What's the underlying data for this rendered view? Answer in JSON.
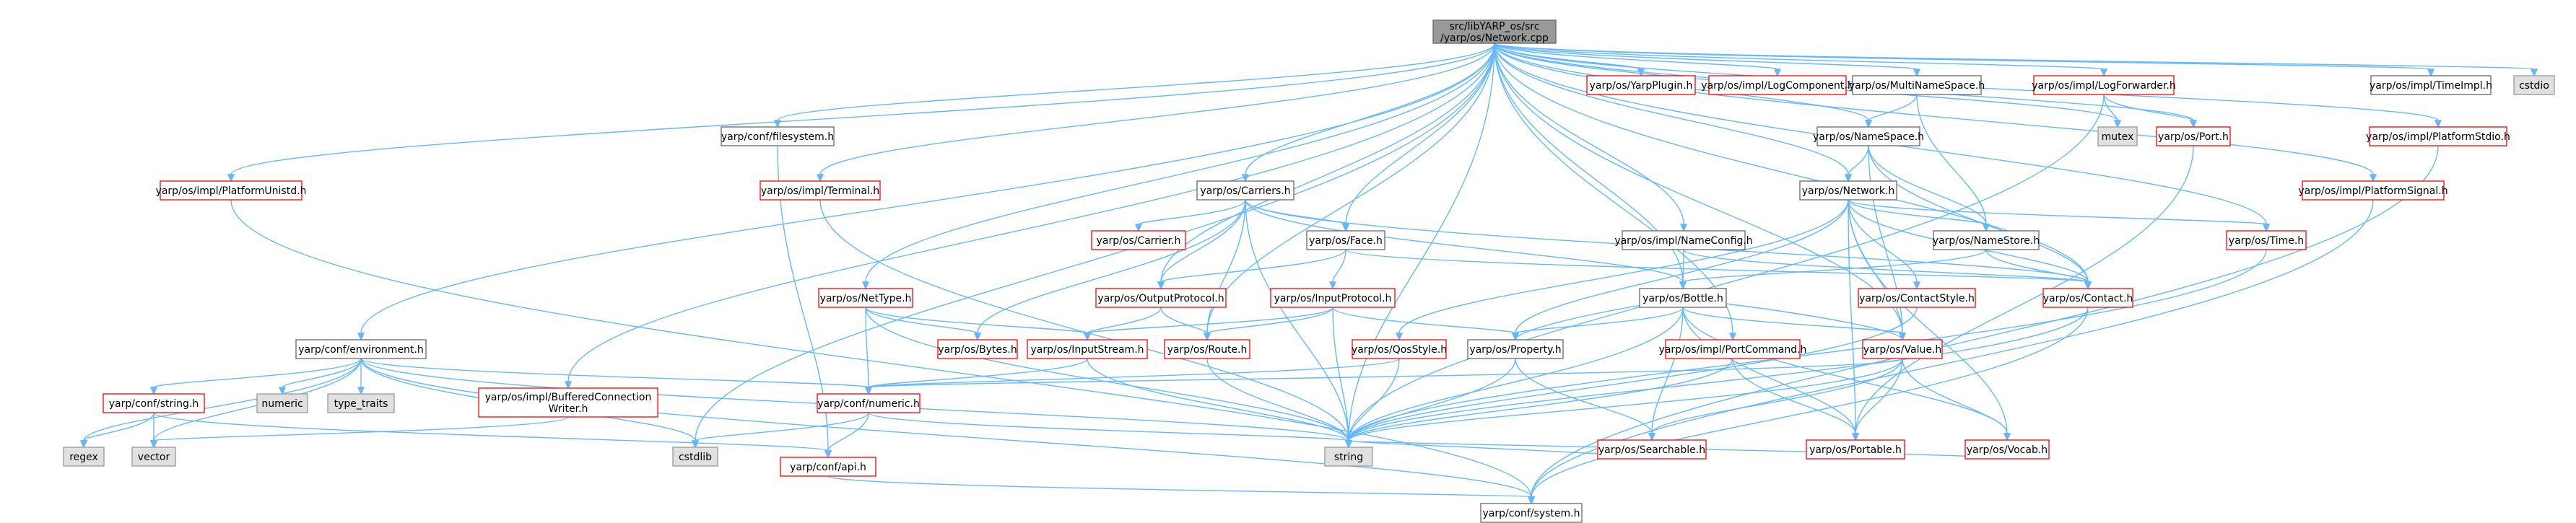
{
  "colors": {
    "edge": "#63b8ff",
    "edge_alt": "#4a90d9",
    "root_fill": "#999999",
    "root_border": "#666666",
    "normal_border": "#666666",
    "missing_border": "#ff0000",
    "system_fill": "#e0e0e0",
    "system_border": "#999999",
    "node_fill": "#ffffff"
  },
  "nodes": [
    {
      "id": "root",
      "lines": [
        "src/libYARP_os/src",
        "/yarp/os/Network.cpp"
      ],
      "kind": "root"
    },
    {
      "id": "yarpplugin",
      "lines": [
        "yarp/os/YarpPlugin.h"
      ],
      "kind": "missing"
    },
    {
      "id": "logcomponent",
      "lines": [
        "yarp/os/impl/LogComponent.h"
      ],
      "kind": "missing"
    },
    {
      "id": "multinamespace",
      "lines": [
        "yarp/os/MultiNameSpace.h"
      ],
      "kind": "normal"
    },
    {
      "id": "logforwarder",
      "lines": [
        "yarp/os/impl/LogForwarder.h"
      ],
      "kind": "missing"
    },
    {
      "id": "timeimpl",
      "lines": [
        "yarp/os/impl/TimeImpl.h"
      ],
      "kind": "normal"
    },
    {
      "id": "cstdio",
      "lines": [
        "cstdio"
      ],
      "kind": "system"
    },
    {
      "id": "mutex",
      "lines": [
        "mutex"
      ],
      "kind": "system"
    },
    {
      "id": "port",
      "lines": [
        "yarp/os/Port.h"
      ],
      "kind": "missing"
    },
    {
      "id": "platformstdio",
      "lines": [
        "yarp/os/impl/PlatformStdio.h"
      ],
      "kind": "missing"
    },
    {
      "id": "platformunistd",
      "lines": [
        "yarp/os/impl/PlatformUnistd.h"
      ],
      "kind": "missing"
    },
    {
      "id": "filesystem",
      "lines": [
        "yarp/conf/filesystem.h"
      ],
      "kind": "normal"
    },
    {
      "id": "terminal",
      "lines": [
        "yarp/os/impl/Terminal.h"
      ],
      "kind": "missing"
    },
    {
      "id": "namespace",
      "lines": [
        "yarp/os/NameSpace.h"
      ],
      "kind": "normal"
    },
    {
      "id": "carriers",
      "lines": [
        "yarp/os/Carriers.h"
      ],
      "kind": "normal"
    },
    {
      "id": "network",
      "lines": [
        "yarp/os/Network.h"
      ],
      "kind": "normal"
    },
    {
      "id": "platformsignal",
      "lines": [
        "yarp/os/impl/PlatformSignal.h"
      ],
      "kind": "missing"
    },
    {
      "id": "carrier",
      "lines": [
        "yarp/os/Carrier.h"
      ],
      "kind": "missing"
    },
    {
      "id": "face",
      "lines": [
        "yarp/os/Face.h"
      ],
      "kind": "normal"
    },
    {
      "id": "nameconfig",
      "lines": [
        "yarp/os/impl/NameConfig.h"
      ],
      "kind": "normal"
    },
    {
      "id": "namestore",
      "lines": [
        "yarp/os/NameStore.h"
      ],
      "kind": "normal"
    },
    {
      "id": "time",
      "lines": [
        "yarp/os/Time.h"
      ],
      "kind": "missing"
    },
    {
      "id": "nettype",
      "lines": [
        "yarp/os/NetType.h"
      ],
      "kind": "missing"
    },
    {
      "id": "outputprotocol",
      "lines": [
        "yarp/os/OutputProtocol.h"
      ],
      "kind": "missing"
    },
    {
      "id": "inputprotocol",
      "lines": [
        "yarp/os/InputProtocol.h"
      ],
      "kind": "missing"
    },
    {
      "id": "bottle",
      "lines": [
        "yarp/os/Bottle.h"
      ],
      "kind": "normal"
    },
    {
      "id": "contactstyle",
      "lines": [
        "yarp/os/ContactStyle.h"
      ],
      "kind": "missing"
    },
    {
      "id": "contact",
      "lines": [
        "yarp/os/Contact.h"
      ],
      "kind": "missing"
    },
    {
      "id": "environment",
      "lines": [
        "yarp/conf/environment.h"
      ],
      "kind": "normal"
    },
    {
      "id": "bytes",
      "lines": [
        "yarp/os/Bytes.h"
      ],
      "kind": "missing"
    },
    {
      "id": "inputstream",
      "lines": [
        "yarp/os/InputStream.h"
      ],
      "kind": "missing"
    },
    {
      "id": "route",
      "lines": [
        "yarp/os/Route.h"
      ],
      "kind": "missing"
    },
    {
      "id": "qosstyle",
      "lines": [
        "yarp/os/QosStyle.h"
      ],
      "kind": "missing"
    },
    {
      "id": "property",
      "lines": [
        "yarp/os/Property.h"
      ],
      "kind": "normal"
    },
    {
      "id": "portcommand",
      "lines": [
        "yarp/os/impl/PortCommand.h"
      ],
      "kind": "missing"
    },
    {
      "id": "value",
      "lines": [
        "yarp/os/Value.h"
      ],
      "kind": "missing"
    },
    {
      "id": "confstring",
      "lines": [
        "yarp/conf/string.h"
      ],
      "kind": "missing"
    },
    {
      "id": "numeric_sys",
      "lines": [
        "numeric"
      ],
      "kind": "system"
    },
    {
      "id": "typetraits",
      "lines": [
        "type_traits"
      ],
      "kind": "system"
    },
    {
      "id": "buffered",
      "lines": [
        "yarp/os/impl/BufferedConnection",
        "Writer.h"
      ],
      "kind": "missing"
    },
    {
      "id": "confnumeric",
      "lines": [
        "yarp/conf/numeric.h"
      ],
      "kind": "missing"
    },
    {
      "id": "searchable",
      "lines": [
        "yarp/os/Searchable.h"
      ],
      "kind": "missing"
    },
    {
      "id": "portable",
      "lines": [
        "yarp/os/Portable.h"
      ],
      "kind": "missing"
    },
    {
      "id": "vocab",
      "lines": [
        "yarp/os/Vocab.h"
      ],
      "kind": "missing"
    },
    {
      "id": "regex",
      "lines": [
        "regex"
      ],
      "kind": "system"
    },
    {
      "id": "vector",
      "lines": [
        "vector"
      ],
      "kind": "system"
    },
    {
      "id": "cstdlib",
      "lines": [
        "cstdlib"
      ],
      "kind": "system"
    },
    {
      "id": "string",
      "lines": [
        "string"
      ],
      "kind": "system"
    },
    {
      "id": "confapi",
      "lines": [
        "yarp/conf/api.h"
      ],
      "kind": "missing"
    },
    {
      "id": "confsystem",
      "lines": [
        "yarp/conf/system.h"
      ],
      "kind": "normal"
    }
  ],
  "edges": [
    [
      "root",
      "yarpplugin"
    ],
    [
      "root",
      "logcomponent"
    ],
    [
      "root",
      "multinamespace"
    ],
    [
      "root",
      "logforwarder"
    ],
    [
      "root",
      "timeimpl"
    ],
    [
      "root",
      "cstdio"
    ],
    [
      "root",
      "mutex"
    ],
    [
      "root",
      "port"
    ],
    [
      "root",
      "platformstdio"
    ],
    [
      "root",
      "platformunistd"
    ],
    [
      "root",
      "filesystem"
    ],
    [
      "root",
      "terminal"
    ],
    [
      "root",
      "namespace"
    ],
    [
      "root",
      "carriers"
    ],
    [
      "root",
      "network"
    ],
    [
      "root",
      "platformsignal"
    ],
    [
      "root",
      "face"
    ],
    [
      "root",
      "nameconfig"
    ],
    [
      "root",
      "time"
    ],
    [
      "root",
      "nettype"
    ],
    [
      "root",
      "outputprotocol"
    ],
    [
      "root",
      "bottle"
    ],
    [
      "root",
      "environment"
    ],
    [
      "root",
      "buffered"
    ],
    [
      "root",
      "cstdlib"
    ],
    [
      "root",
      "string"
    ],
    [
      "root",
      "route"
    ],
    [
      "root",
      "contact"
    ],
    [
      "root",
      "value"
    ],
    [
      "root",
      "portcommand"
    ],
    [
      "multinamespace",
      "namespace"
    ],
    [
      "multinamespace",
      "namestore"
    ],
    [
      "logforwarder",
      "mutex"
    ],
    [
      "logforwarder",
      "port"
    ],
    [
      "logforwarder",
      "string"
    ],
    [
      "port",
      "portable"
    ],
    [
      "platformstdio",
      "confsystem"
    ],
    [
      "platformunistd",
      "confsystem"
    ],
    [
      "filesystem",
      "confapi"
    ],
    [
      "terminal",
      "string"
    ],
    [
      "namespace",
      "network"
    ],
    [
      "namespace",
      "namestore"
    ],
    [
      "namespace",
      "contact"
    ],
    [
      "namespace",
      "value"
    ],
    [
      "carriers",
      "carrier"
    ],
    [
      "carriers",
      "face"
    ],
    [
      "carriers",
      "outputprotocol"
    ],
    [
      "carriers",
      "bytes"
    ],
    [
      "carriers",
      "bottle"
    ],
    [
      "carriers",
      "contact"
    ],
    [
      "carriers",
      "string"
    ],
    [
      "carriers",
      "route"
    ],
    [
      "network",
      "namestore"
    ],
    [
      "network",
      "contactstyle"
    ],
    [
      "network",
      "contact"
    ],
    [
      "network",
      "time"
    ],
    [
      "network",
      "property"
    ],
    [
      "network",
      "qosstyle"
    ],
    [
      "network",
      "value"
    ],
    [
      "network",
      "vocab"
    ],
    [
      "network",
      "portable"
    ],
    [
      "platformsignal",
      "confsystem"
    ],
    [
      "face",
      "inputprotocol"
    ],
    [
      "face",
      "outputprotocol"
    ],
    [
      "face",
      "contact"
    ],
    [
      "nameconfig",
      "bottle"
    ],
    [
      "nameconfig",
      "contact"
    ],
    [
      "namestore",
      "bottle"
    ],
    [
      "namestore",
      "contact"
    ],
    [
      "time",
      "string"
    ],
    [
      "nettype",
      "bytes"
    ],
    [
      "nettype",
      "inputstream"
    ],
    [
      "nettype",
      "confnumeric"
    ],
    [
      "nettype",
      "string"
    ],
    [
      "outputprotocol",
      "inputstream"
    ],
    [
      "outputprotocol",
      "route"
    ],
    [
      "inputprotocol",
      "inputstream"
    ],
    [
      "inputprotocol",
      "route"
    ],
    [
      "inputprotocol",
      "property"
    ],
    [
      "inputprotocol",
      "string"
    ],
    [
      "bottle",
      "property"
    ],
    [
      "bottle",
      "portable"
    ],
    [
      "bottle",
      "searchable"
    ],
    [
      "bottle",
      "value"
    ],
    [
      "bottle",
      "string"
    ],
    [
      "bottle",
      "vocab"
    ],
    [
      "contactstyle",
      "string"
    ],
    [
      "contact",
      "string"
    ],
    [
      "contact",
      "confsystem"
    ],
    [
      "environment",
      "confstring"
    ],
    [
      "environment",
      "numeric_sys"
    ],
    [
      "environment",
      "typetraits"
    ],
    [
      "environment",
      "regex"
    ],
    [
      "environment",
      "vector"
    ],
    [
      "environment",
      "cstdlib"
    ],
    [
      "environment",
      "string"
    ],
    [
      "environment",
      "confnumeric"
    ],
    [
      "environment",
      "confsystem"
    ],
    [
      "inputstream",
      "confnumeric"
    ],
    [
      "inputstream",
      "string"
    ],
    [
      "route",
      "string"
    ],
    [
      "qosstyle",
      "confnumeric"
    ],
    [
      "qosstyle",
      "string"
    ],
    [
      "property",
      "bottle"
    ],
    [
      "property",
      "searchable"
    ],
    [
      "property",
      "string"
    ],
    [
      "portcommand",
      "portable"
    ],
    [
      "portcommand",
      "string"
    ],
    [
      "value",
      "bottle"
    ],
    [
      "value",
      "confnumeric"
    ],
    [
      "value",
      "portable"
    ],
    [
      "value",
      "searchable"
    ],
    [
      "value",
      "vocab"
    ],
    [
      "value",
      "string"
    ],
    [
      "confstring",
      "regex"
    ],
    [
      "confstring",
      "vector"
    ],
    [
      "confstring",
      "confapi"
    ],
    [
      "buffered",
      "vector"
    ],
    [
      "confnumeric",
      "confapi"
    ],
    [
      "confnumeric",
      "cstdlib"
    ],
    [
      "confnumeric",
      "string"
    ],
    [
      "searchable",
      "string"
    ],
    [
      "vocab",
      "string"
    ],
    [
      "confapi",
      "confsystem"
    ]
  ]
}
